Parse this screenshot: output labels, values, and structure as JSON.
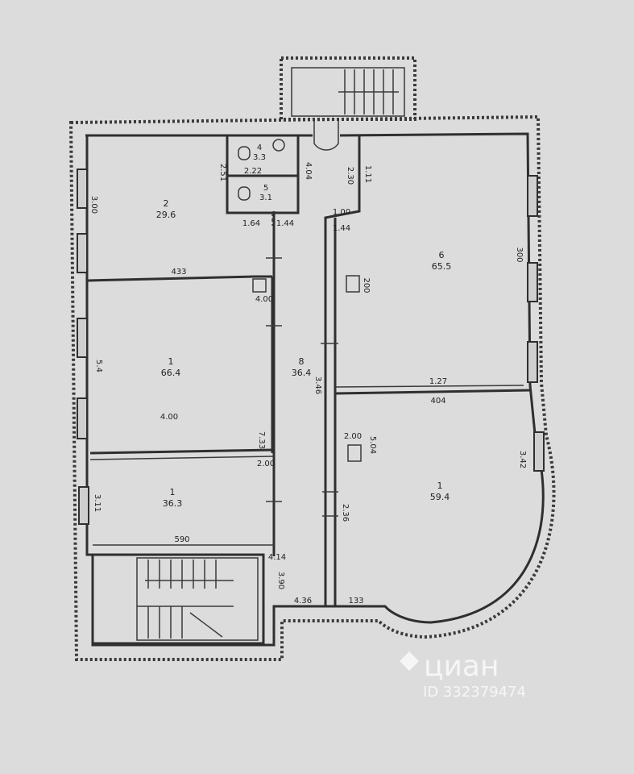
{
  "rooms": [
    {
      "id": "room-2",
      "number": "2",
      "area": "29.6"
    },
    {
      "id": "room-wc-a",
      "number": "4",
      "area": "3.3"
    },
    {
      "id": "room-wc-b",
      "number": "5",
      "area": "3.1"
    },
    {
      "id": "room-6",
      "number": "6",
      "area": "65.5"
    },
    {
      "id": "room-1-mid",
      "number": "1",
      "area": "66.4"
    },
    {
      "id": "room-8",
      "number": "8",
      "area": "36.4"
    },
    {
      "id": "room-1-low",
      "number": "1",
      "area": "36.3"
    },
    {
      "id": "room-1-right",
      "number": "1",
      "area": "59.4"
    }
  ],
  "dimensions": {
    "room2_width": "433",
    "room2_height": "4.00",
    "wc_width": "2.22",
    "wc_left": "1.64",
    "wc_right": "1.44",
    "wc_side": "4.04",
    "wc_side2": "2.51",
    "corridor_top": "2.30",
    "corridor_top2": "1.11",
    "corridor_a": "1.00",
    "corridor_b": "1.44",
    "room6_height": "300",
    "room6_col": "200",
    "room6_bottom": "1.27",
    "room_right_top": "404",
    "room_right_col": "2.00",
    "room_right_col2": "5.04",
    "room_right_side": "3.42",
    "room1mid_width": "4.00",
    "room1mid_side": "5.4",
    "room1mid_corner": "7.33",
    "room1mid_corner2": "2.00",
    "room1low_width": "590",
    "room1low_side": "3.11",
    "corridor_side": "3.46",
    "corridor_lower": "2.36",
    "stair_a": "4.14",
    "stair_b": "3.90",
    "stair_bottom": "4.36",
    "bottom_dim": "133",
    "left_side": "3.00",
    "corridor_mid": "2.00"
  },
  "watermark": {
    "brand": "циан",
    "id_text": "ID 332379474"
  }
}
